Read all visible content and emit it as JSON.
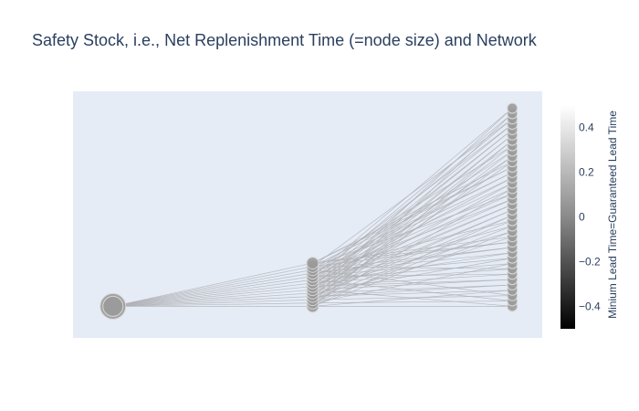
{
  "chart_data": {
    "type": "scatter",
    "title": "Safety Stock, i.e., Net Replenishment Time (=node size) and Network",
    "xlabel": "",
    "ylabel": "",
    "grid": false,
    "show_axes": false,
    "colors": {
      "plot_bg": "#e5ecf6",
      "edge": "#b0b0b4",
      "node": "#9a9a9a",
      "node_outline": "#d8d8d8",
      "title": "#2a3f5f"
    },
    "x_range": [
      -0.2,
      2.15
    ],
    "y_range": [
      -0.15,
      1.02
    ],
    "nodes": [
      {
        "group": "source",
        "x": 0,
        "y": 0.0,
        "size": 28,
        "count": 1
      },
      {
        "group": "middle",
        "x": 1,
        "y": 0.0,
        "y_top": 0.205,
        "size": 13,
        "count": 14
      },
      {
        "group": "end",
        "x": 2,
        "y": 0.0,
        "y_top": 0.94,
        "size": 11,
        "count": 38
      }
    ],
    "colorbar": {
      "title": "Minium Lead Time=Guaranteed Lead Time",
      "colorscale": "greys",
      "ticks": [
        "−0.4",
        "−0.2",
        "0",
        "0.2",
        "0.4"
      ],
      "tick_values": [
        -0.4,
        -0.2,
        0,
        0.2,
        0.4
      ],
      "range": [
        -0.5,
        0.5
      ]
    }
  }
}
